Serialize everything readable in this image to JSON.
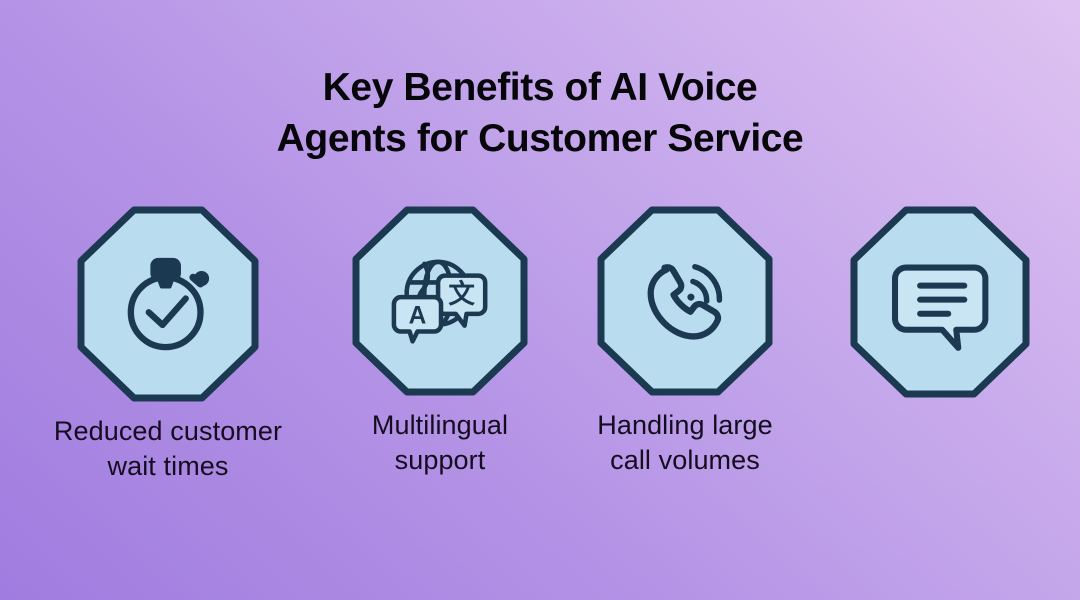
{
  "theme": {
    "background_gradient_from": "#a07ce0",
    "background_gradient_to": "#dec3f2",
    "badge_fill": "#b9dcee",
    "badge_fill_light": "#c9e4f2",
    "badge_stroke": "#1b3a52",
    "icon_stroke": "#1b3a52",
    "title_color": "#07060a",
    "caption_color": "#140d20"
  },
  "title": {
    "line1": "Key Benefits of AI Voice",
    "line2": "Agents for Customer Service"
  },
  "benefits": [
    {
      "icon": "stopwatch-check-icon",
      "caption_line1": "Reduced customer",
      "caption_line2": "wait times"
    },
    {
      "icon": "globe-translate-speech-bubbles-icon",
      "caption_line1": "Multilingual",
      "caption_line2": "support",
      "bubble_letter_latin": "A",
      "bubble_letter_cjk": "文"
    },
    {
      "icon": "phone-call-waves-icon",
      "caption_line1": "Handling large",
      "caption_line2": "call volumes"
    },
    {
      "icon": "chat-bubble-lines-icon",
      "caption_line1": "",
      "caption_line2": ""
    }
  ]
}
